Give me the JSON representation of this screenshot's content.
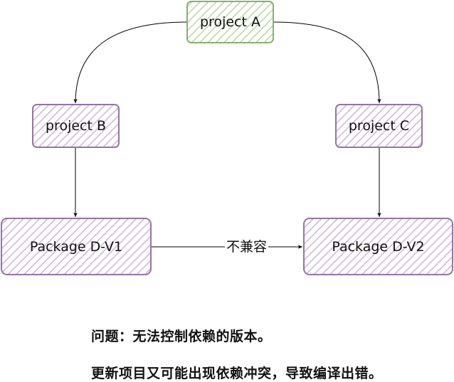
{
  "nodes": {
    "project_a": {
      "label": "project A"
    },
    "project_b": {
      "label": "project B"
    },
    "project_c": {
      "label": "project C"
    },
    "package_d_v1": {
      "label": "Package D-V1"
    },
    "package_d_v2": {
      "label": "Package D-V2"
    }
  },
  "edges": {
    "v1_to_v2_label": "不兼容"
  },
  "notes": {
    "line1": "问题：无法控制依赖的版本。",
    "line2": "更新项目又可能出现依赖冲突，导致编译出错。"
  },
  "colors": {
    "green_stroke": "#82b366",
    "green_hatch": "#b9d8a4",
    "purple_stroke": "#9673a6",
    "purple_hatch": "#cdb6d9",
    "edge": "#000000"
  }
}
